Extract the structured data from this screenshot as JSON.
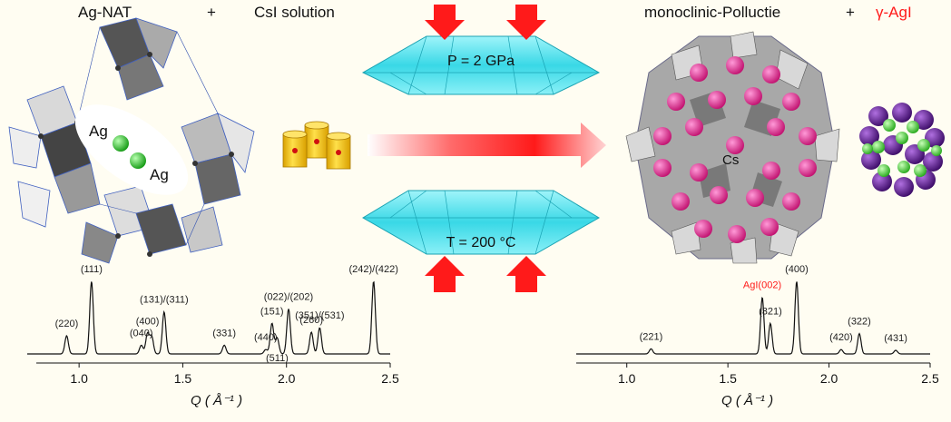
{
  "header": {
    "left_title": "Ag-NAT",
    "left_plus": "+",
    "solution": "CsI solution",
    "right_title": "monoclinic-Polluctie",
    "right_plus": "+",
    "right_product": "γ-AgI"
  },
  "labels": {
    "ag_top": "Ag",
    "ag_bottom": "Ag",
    "cs": "Cs",
    "pressure": "P = 2 GPa",
    "temperature": "T = 200 °C"
  },
  "colors": {
    "accent_red": "#ff1a1a",
    "diamond_cyan": "#5fe3ee",
    "ag_sphere": "#33cc33",
    "cs_sphere": "#e8208f",
    "agi_i": "#6a1fa0",
    "agi_ag": "#44d630",
    "barrel": "#f2c200"
  },
  "icons": [
    "radioactive-barrel-icon",
    "reaction-arrow-icon",
    "pressure-arrow-icon"
  ],
  "chart_data": [
    {
      "type": "line",
      "title": "Ag-NAT XRD pattern",
      "xlabel": "Q ( Å⁻¹ )",
      "xlim": [
        0.75,
        2.5
      ],
      "xticks": [
        "1.0",
        "1.5",
        "2.0",
        "2.5"
      ],
      "peaks": [
        {
          "x": 0.94,
          "h": 0.25,
          "label": "(220)"
        },
        {
          "x": 1.06,
          "h": 1.0,
          "label": "(111)"
        },
        {
          "x": 1.3,
          "h": 0.12,
          "label": "(040)"
        },
        {
          "x": 1.33,
          "h": 0.28,
          "label": "(400)"
        },
        {
          "x": 1.35,
          "h": 0.24,
          "label": ""
        },
        {
          "x": 1.41,
          "h": 0.58,
          "label": "(131)/(311)"
        },
        {
          "x": 1.7,
          "h": 0.12,
          "label": "(331)"
        },
        {
          "x": 1.9,
          "h": 0.06,
          "label": "(440)"
        },
        {
          "x": 1.93,
          "h": 0.42,
          "label": "(151)"
        },
        {
          "x": 1.955,
          "h": 0.22,
          "label": "(511)"
        },
        {
          "x": 2.01,
          "h": 0.62,
          "label": "(022)/(202)"
        },
        {
          "x": 2.12,
          "h": 0.3,
          "label": "(260)"
        },
        {
          "x": 2.16,
          "h": 0.36,
          "label": "(351)/(531)"
        },
        {
          "x": 2.42,
          "h": 1.0,
          "label": "(242)/(422)"
        }
      ]
    },
    {
      "type": "line",
      "title": "monoclinic-Polluctie + γ-AgI XRD pattern",
      "xlabel": "Q ( Å⁻¹ )",
      "xlim": [
        0.75,
        2.5
      ],
      "xticks": [
        "1.0",
        "1.5",
        "2.0",
        "2.5"
      ],
      "peaks": [
        {
          "x": 1.12,
          "h": 0.07,
          "label": "(221)"
        },
        {
          "x": 1.67,
          "h": 0.78,
          "label": "AgI(002)"
        },
        {
          "x": 1.71,
          "h": 0.42,
          "label": "(321)"
        },
        {
          "x": 1.84,
          "h": 1.0,
          "label": "(400)"
        },
        {
          "x": 2.06,
          "h": 0.06,
          "label": "(420)"
        },
        {
          "x": 2.15,
          "h": 0.28,
          "label": "(322)"
        },
        {
          "x": 2.33,
          "h": 0.05,
          "label": "(431)"
        }
      ]
    }
  ]
}
